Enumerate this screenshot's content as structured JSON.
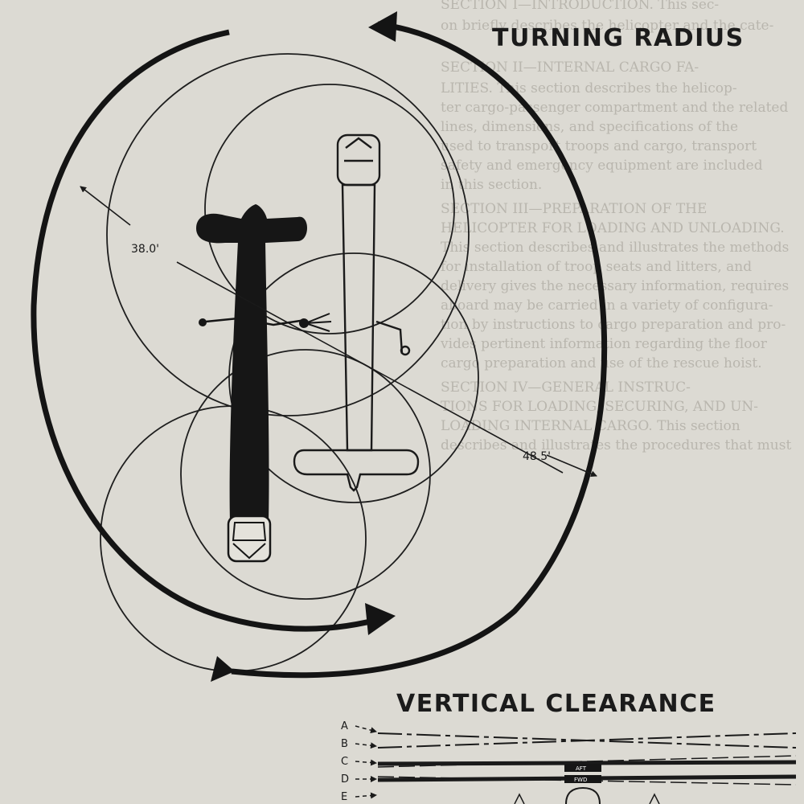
{
  "headings": {
    "turning_radius": "TURNING RADIUS",
    "vertical_clearance": "VERTICAL CLEARANCE"
  },
  "dimensions": {
    "inner_radius": "38.0'",
    "outer_radius": "48.5'"
  },
  "clearance_lines": [
    "A",
    "B",
    "C",
    "D",
    "E"
  ],
  "rotor_labels": {
    "aft": "AFT",
    "fwd": "FWD"
  },
  "background_text": [
    "SECTION I—INTRODUCTION. This sec-",
    "on briefly describes the helicopter and the cate-",
    "SECTION II—INTERNAL CARGO FA-",
    "LITIES. This section describes the helicop-",
    "ter cargo-passenger compartment and the related",
    "lines, dimensions, and specifications of the",
    "used to transport troops and cargo, transport",
    "safety and emergency equipment are included",
    "in this section.",
    "SECTION III—PREPARATION OF THE",
    "HELICOPTER FOR LOADING AND UNLOADING.",
    "This section describes and illustrates the methods",
    "for installation of troop seats and litters, and",
    "delivery gives the necessary information, requires",
    "aboard may be carried in a variety of configura-",
    "tion by instructions to cargo preparation and pro-",
    "vides pertinent information regarding the floor",
    "cargo preparation and use of the rescue hoist.",
    "SECTION IV—GENERAL INSTRUC-",
    "TIONS FOR LOADING, SECURING, AND UN-",
    "LOADING INTERNAL CARGO. This section",
    "describes and illustrates the procedures that must"
  ]
}
